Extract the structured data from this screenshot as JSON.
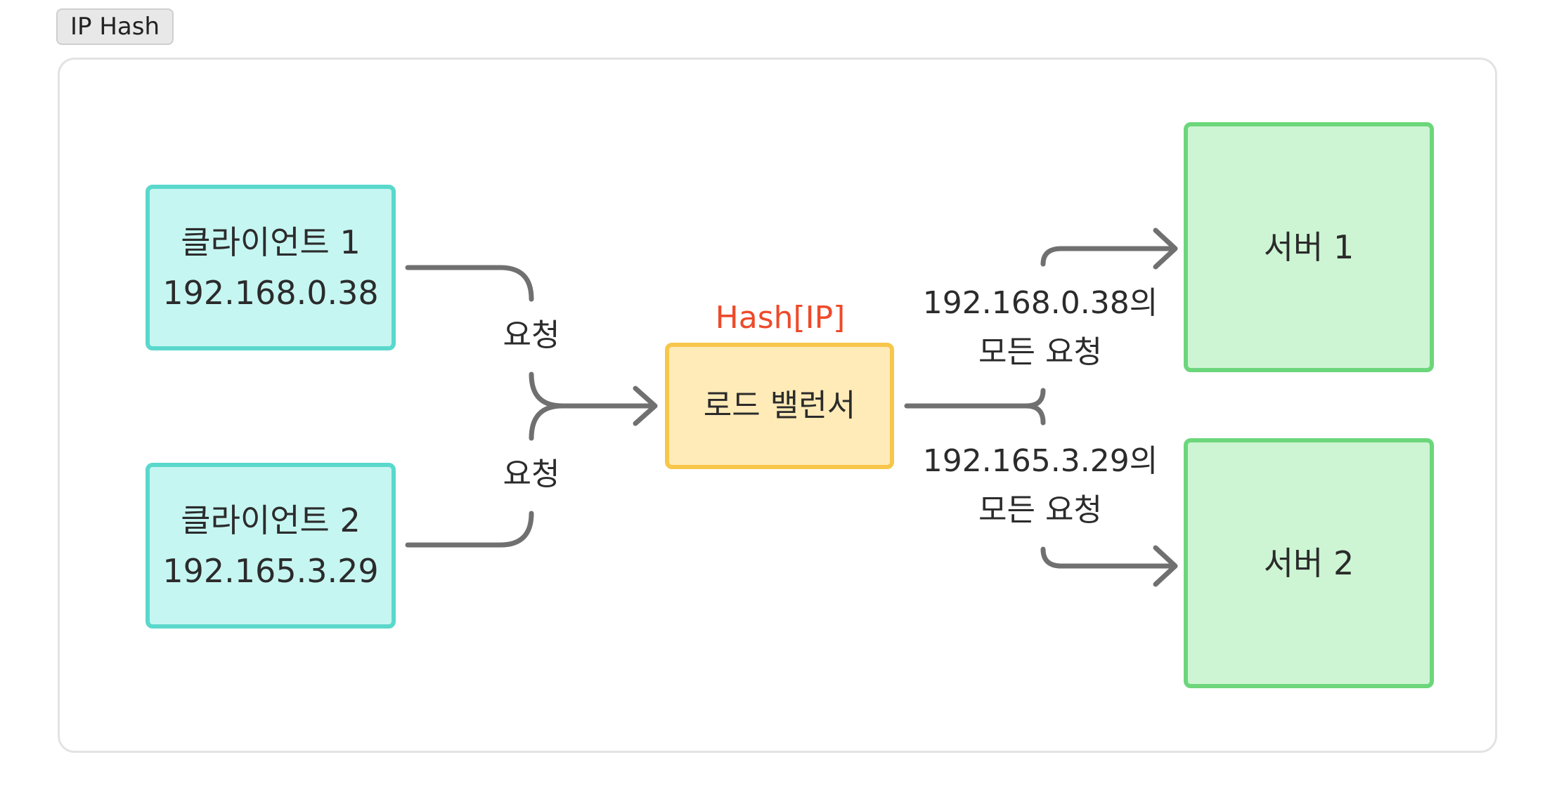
{
  "tag": {
    "label": "IP Hash"
  },
  "colors": {
    "client_fill": "#c6f6f2",
    "client_border": "#5ad8cc",
    "lb_fill": "#ffebb8",
    "lb_border": "#f7c64a",
    "server_fill": "#cdf5d3",
    "server_border": "#6cd67b",
    "arrow": "#707070",
    "hash_text": "#ee4a2a"
  },
  "clients": [
    {
      "name": "클라이언트 1",
      "ip": "192.168.0.38"
    },
    {
      "name": "클라이언트 2",
      "ip": "192.165.3.29"
    }
  ],
  "request_labels": [
    "요청",
    "요청"
  ],
  "load_balancer": {
    "label": "로드 밸런서",
    "hash_label": "Hash[IP]"
  },
  "routes": [
    {
      "ip_line": "192.168.0.38의",
      "text_line": "모든 요청"
    },
    {
      "ip_line": "192.165.3.29의",
      "text_line": "모든 요청"
    }
  ],
  "servers": [
    {
      "label": "서버 1"
    },
    {
      "label": "서버 2"
    }
  ]
}
